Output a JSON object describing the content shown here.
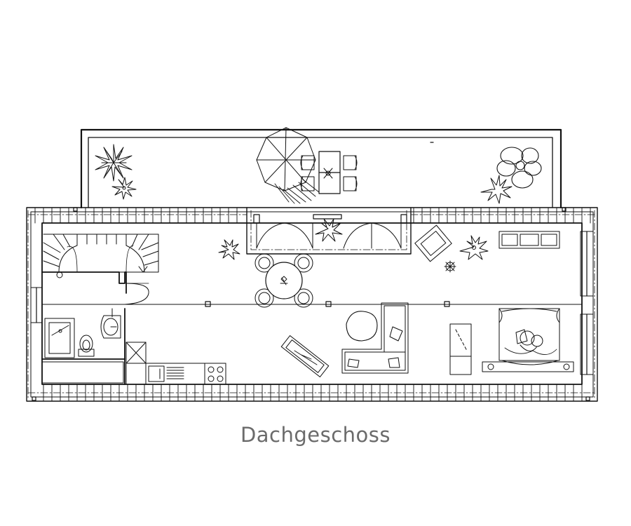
{
  "caption": "Dachgeschoss",
  "colors": {
    "line": "#111111",
    "caption": "#6b6b6b",
    "background": "#ffffff"
  },
  "plan_elements": {
    "terrace": [
      "sun-umbrella",
      "terrace-table",
      "terrace-chairs",
      "plant-terrace-left",
      "plant-terrace-small",
      "flower-terrace-right",
      "plant-terrace-right"
    ],
    "living": [
      "dining-table",
      "dining-chairs",
      "sofa-l-shaped",
      "round-rug",
      "armchair",
      "lounge-chair",
      "coffee-table",
      "sideboard",
      "double-bed",
      "plants"
    ],
    "service": [
      "staircase",
      "shower",
      "toilet",
      "washbasin",
      "kitchen-counter",
      "sink",
      "cooktop",
      "door"
    ]
  }
}
